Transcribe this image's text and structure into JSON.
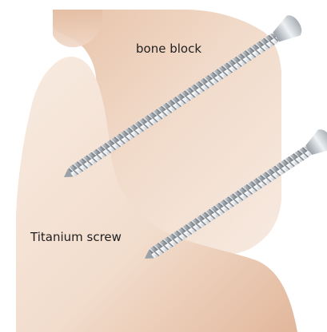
{
  "labels": {
    "bone_block": "bone block",
    "titanium_screw": "Titanium screw"
  },
  "colors": {
    "background": "#ffffff",
    "bone_light": "#f5e6db",
    "bone_mid": "#e9c9b3",
    "bone_dark": "#d9ab90",
    "screw_light": "#eef0f2",
    "screw_dark": "#8e959c",
    "label_text": "#1f1f1f"
  },
  "elements": {
    "screws": [
      {
        "name": "upper-screw"
      },
      {
        "name": "lower-screw"
      }
    ]
  }
}
